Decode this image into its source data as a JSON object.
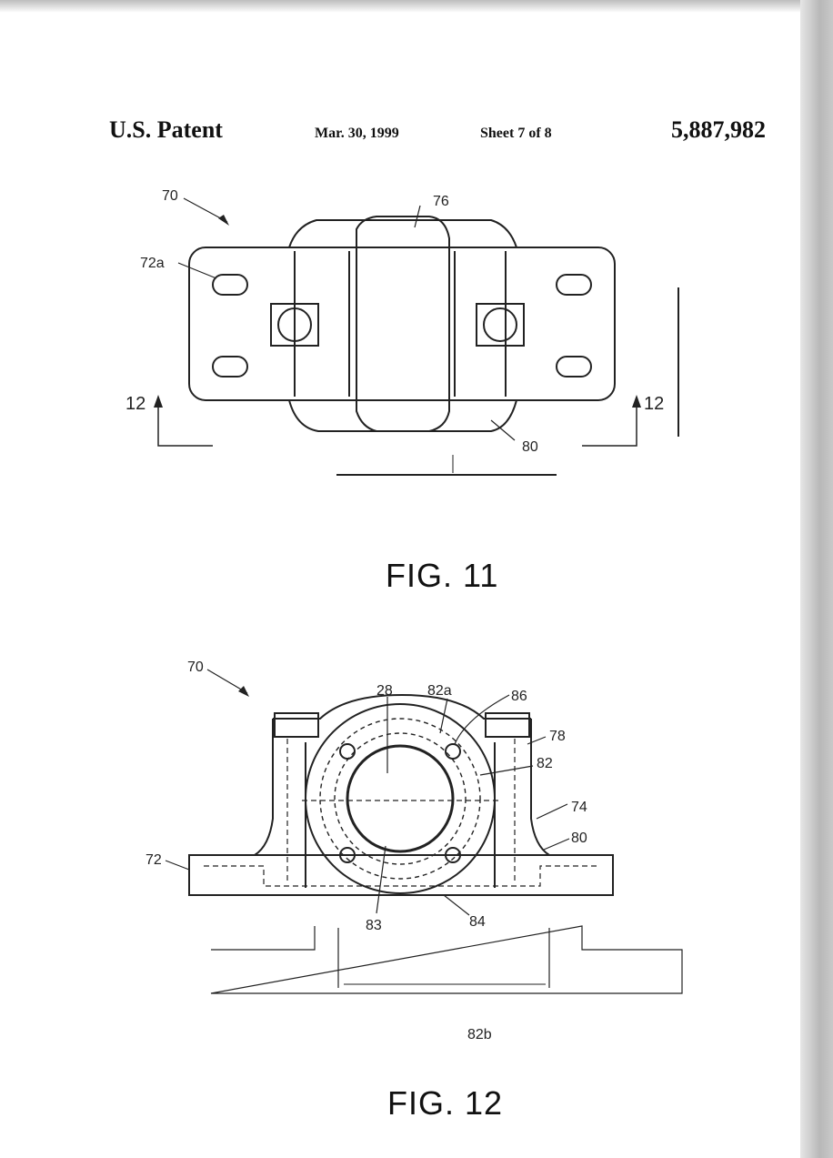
{
  "header": {
    "patent_label": "U.S. Patent",
    "date": "Mar. 30, 1999",
    "sheet": "Sheet 7 of 8",
    "patent_number": "5,887,982"
  },
  "fig11": {
    "caption": "FIG. 11",
    "labels": {
      "assembly": "70",
      "top": "76",
      "slot": "72a",
      "section_left": "12",
      "section_right": "12",
      "base": "80"
    }
  },
  "fig12": {
    "caption": "FIG. 12",
    "labels": {
      "assembly": "70",
      "shaft": "28",
      "ring_a": "82a",
      "bolt": "86",
      "cap": "78",
      "ring": "82",
      "housing": "74",
      "base": "80",
      "foot": "72",
      "bore": "83",
      "ring_lower": "84",
      "ring_b": "82b"
    }
  },
  "colors": {
    "ink": "#222222",
    "paper": "#ffffff",
    "edge_shadow": "#b8b8b8"
  }
}
